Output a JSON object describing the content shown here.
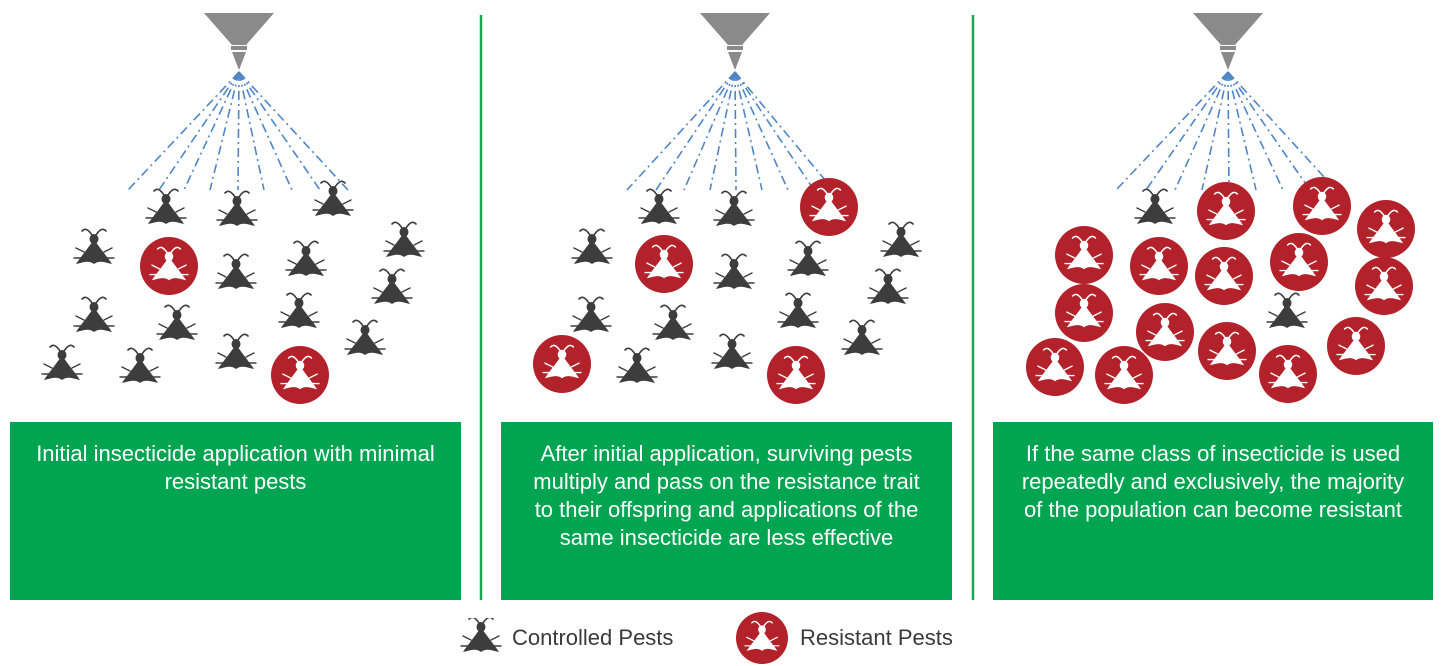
{
  "panels": [
    {
      "caption": "Initial insecticide application with minimal resistant pests"
    },
    {
      "caption": "After initial application, surviving pests multiply and pass on the resistance trait to their offspring and applications of the same insecticide are less effective"
    },
    {
      "caption": "If the same class of insecticide is used repeatedly and exclusively, the majority of the population can become resistant"
    }
  ],
  "legend": {
    "controlled": {
      "label": "Controlled Pests",
      "icon": "moth-icon"
    },
    "resistant": {
      "label": "Resistant Pests",
      "icon": "resistant-moth-icon"
    }
  },
  "colors": {
    "panel_green": "#00a451",
    "divider_green": "#1aa652",
    "controlled_pest": "#3d3d3d",
    "resistant_circle": "#b3222a",
    "spray": "#4f86c6",
    "nozzle": "#8a8a8a"
  },
  "icons": {
    "nozzle": "spray-nozzle-icon",
    "spray": "spray-lines"
  }
}
